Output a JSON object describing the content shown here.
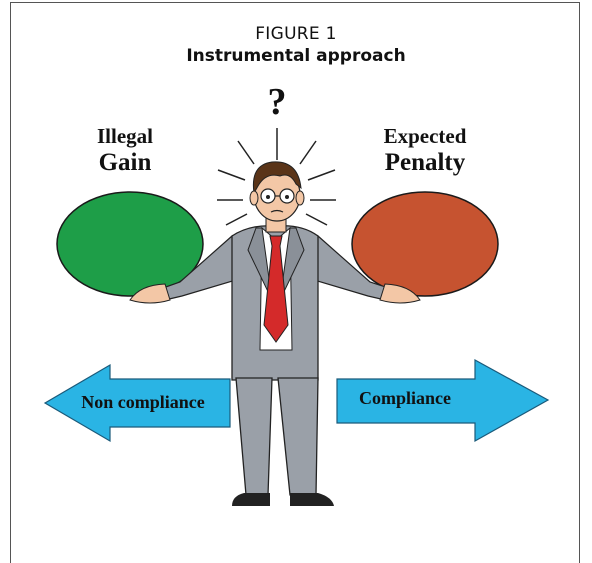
{
  "figure": {
    "label": "FIGURE 1",
    "title": "Instrumental approach"
  },
  "question_mark": "?",
  "left_label": {
    "line1": "Illegal",
    "line2": "Gain"
  },
  "right_label": {
    "line1": "Expected",
    "line2": "Penalty"
  },
  "arrows": {
    "left": "Non compliance",
    "right": "Compliance"
  },
  "colors": {
    "gain_ellipse": "#1e9e48",
    "penalty_ellipse": "#c65330",
    "arrow_fill": "#2ab4e4",
    "suit": "#9aa0a8",
    "tie": "#d42a2a"
  }
}
